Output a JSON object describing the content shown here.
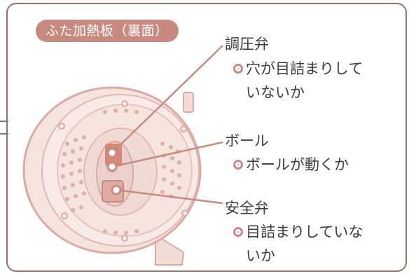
{
  "panel": {
    "badge": "ふた加熱板（裏面）"
  },
  "callouts": [
    {
      "title": "調圧弁",
      "bullet": "穴が目詰まりして",
      "continuation": "いないか"
    },
    {
      "title": "ボール",
      "bullet": "ボールが動くか"
    },
    {
      "title": "安全弁",
      "bullet": "目詰まりしていな",
      "continuation": "いか"
    }
  ],
  "colors": {
    "frame": "#9a6f69",
    "accent": "#c88a80",
    "illustration": "#e6c3bb",
    "text": "#3c3c3c"
  },
  "icons": {
    "bullet": "double-circle-bullet-icon"
  }
}
